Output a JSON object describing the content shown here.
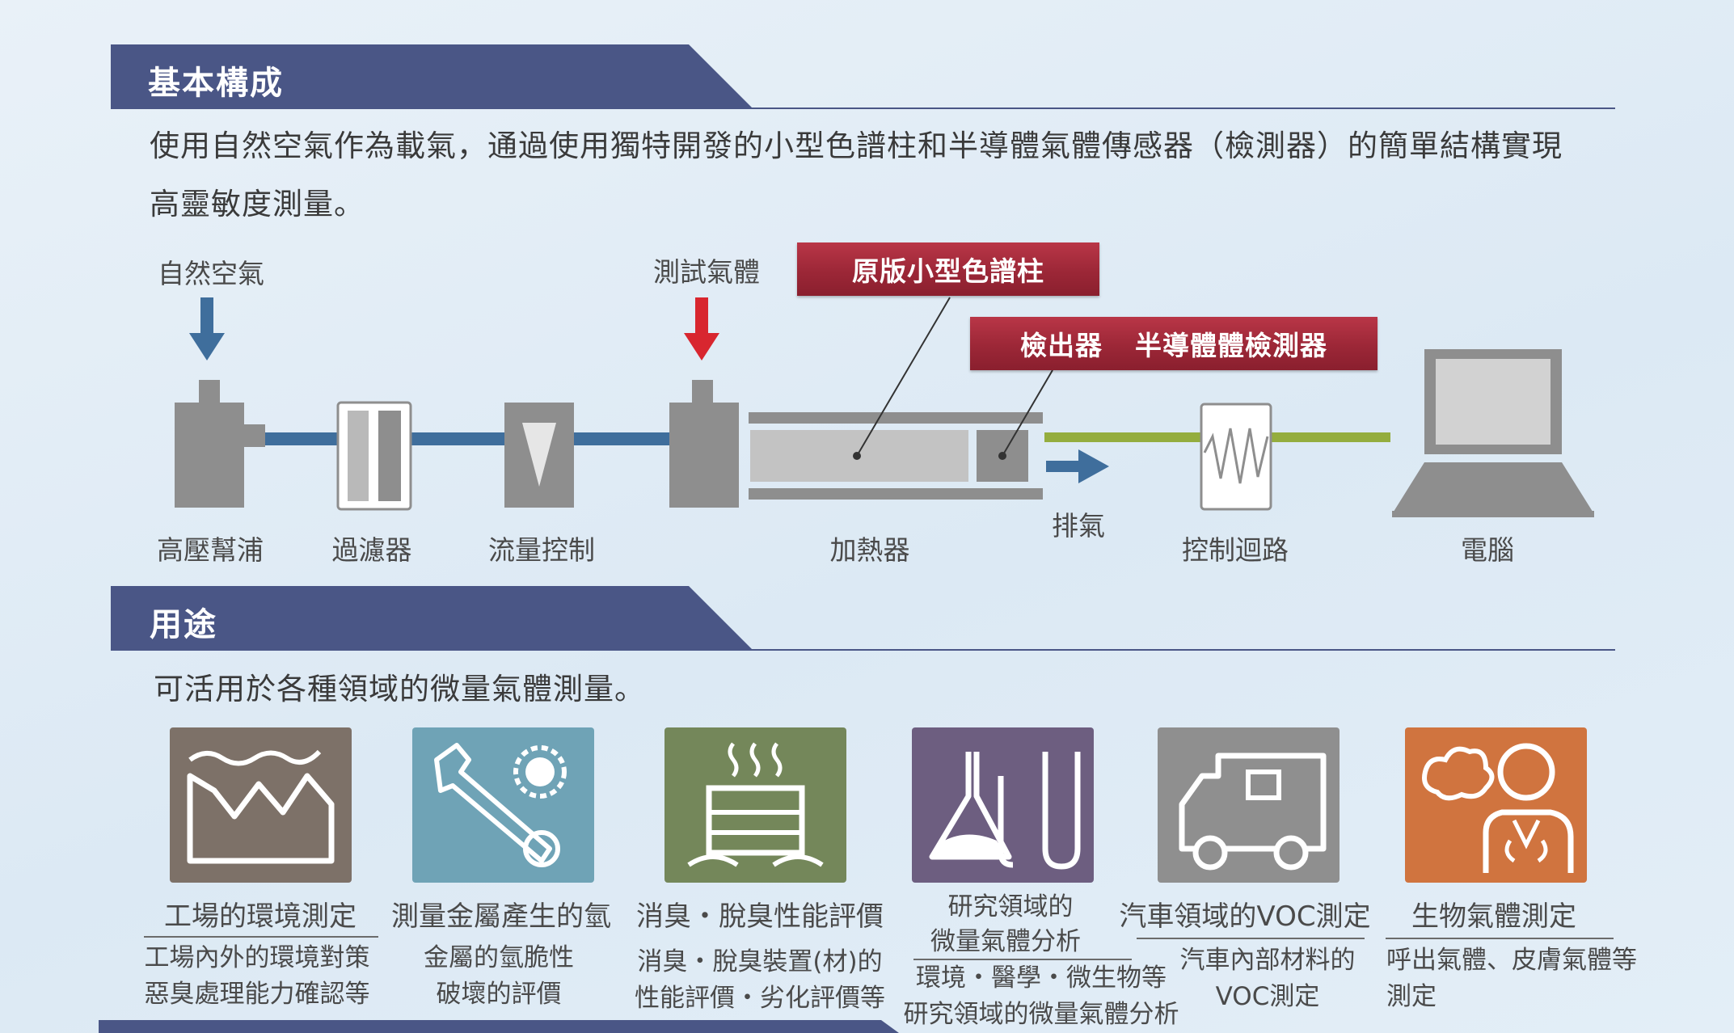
{
  "section_basic": {
    "title": "基本構成",
    "desc_line1": "使用自然空氣作為載氣，通過使用獨特開發的小型色譜柱和半導體氣體傳感器（檢測器）的簡單結構實現",
    "desc_line2": "高靈敏度測量。"
  },
  "diagram": {
    "natural_air": "自然空氣",
    "test_gas": "測試氣體",
    "column_label": "原版小型色譜柱",
    "detector_label_a": "檢出器",
    "detector_label_b": "半導體體檢測器",
    "pump": "高壓幫浦",
    "filter": "過濾器",
    "flow_control": "流量控制",
    "heater": "加熱器",
    "exhaust": "排氣",
    "control_circuit": "控制迴路",
    "computer": "電腦"
  },
  "section_use": {
    "title": "用途",
    "desc": "可活用於各種領域的微量氣體測量。"
  },
  "applications": [
    {
      "icon": "factory-icon",
      "color": "#7d7168",
      "title": "工場的環境測定",
      "desc1": "工場內外的環境對策",
      "desc2": "惡臭處理能力確認等"
    },
    {
      "icon": "wrench-gear-icon",
      "color": "#6fa3b6",
      "title": "測量金屬產生的氫",
      "desc1": "金屬的氫脆性",
      "desc2": "破壞的評價"
    },
    {
      "icon": "deodorize-icon",
      "color": "#74875a",
      "title": "消臭・脫臭性能評價",
      "desc1": "消臭・脫臭裝置(材)的",
      "desc2": "性能評價・劣化評價等"
    },
    {
      "icon": "flask-icon",
      "color": "#6d5e80",
      "title1": "研究領域的",
      "title2": "微量氣體分析",
      "desc1": "環境・醫學・微生物等",
      "desc2": "研究領域的微量氣體分析"
    },
    {
      "icon": "truck-icon",
      "color": "#8f8f8f",
      "title": "汽車領域的VOC測定",
      "desc1": "汽車內部材料的",
      "desc2": "VOC測定"
    },
    {
      "icon": "breath-icon",
      "color": "#d0743f",
      "title": "生物氣體測定",
      "desc1": "呼出氣體、皮膚氣體等",
      "desc2": "測定"
    }
  ],
  "colors": {
    "header_navy": "#4a5686",
    "pipe_blue": "#3f6e9c",
    "pipe_green": "#94ad3e",
    "arrow_red": "#d8262f",
    "label_red": "#9c2737"
  }
}
